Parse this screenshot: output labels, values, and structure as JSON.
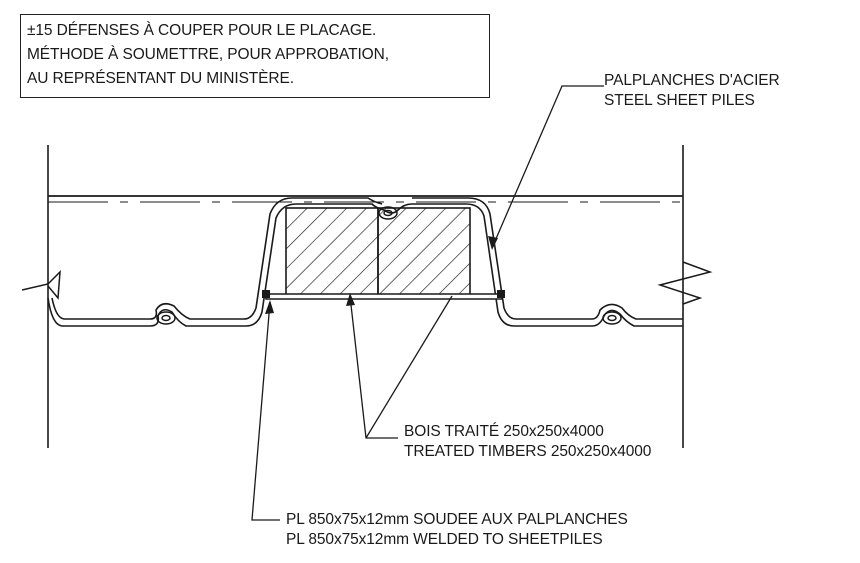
{
  "note": {
    "lines": [
      "±15 DÉFENSES À COUPER POUR LE PLACAGE.",
      "MÉTHODE À SOUMETTRE, POUR APPROBATION,",
      "AU REPRÉSENTANT DU MINISTÈRE."
    ]
  },
  "labels": {
    "sheet_piles": {
      "fr": "PALPLANCHES D'ACIER",
      "en": "STEEL SHEET PILES"
    },
    "timbers": {
      "fr": "BOIS TRAITÉ 250x250x4000",
      "en": "TREATED TIMBERS 250x250x4000"
    },
    "plate": {
      "fr": "PL 850x75x12mm SOUDEE AUX PALPLANCHES",
      "en": "PL 850x75x12mm WELDED TO SHEETPILES"
    }
  },
  "colors": {
    "line": "#1a1a1a",
    "background": "#ffffff"
  }
}
